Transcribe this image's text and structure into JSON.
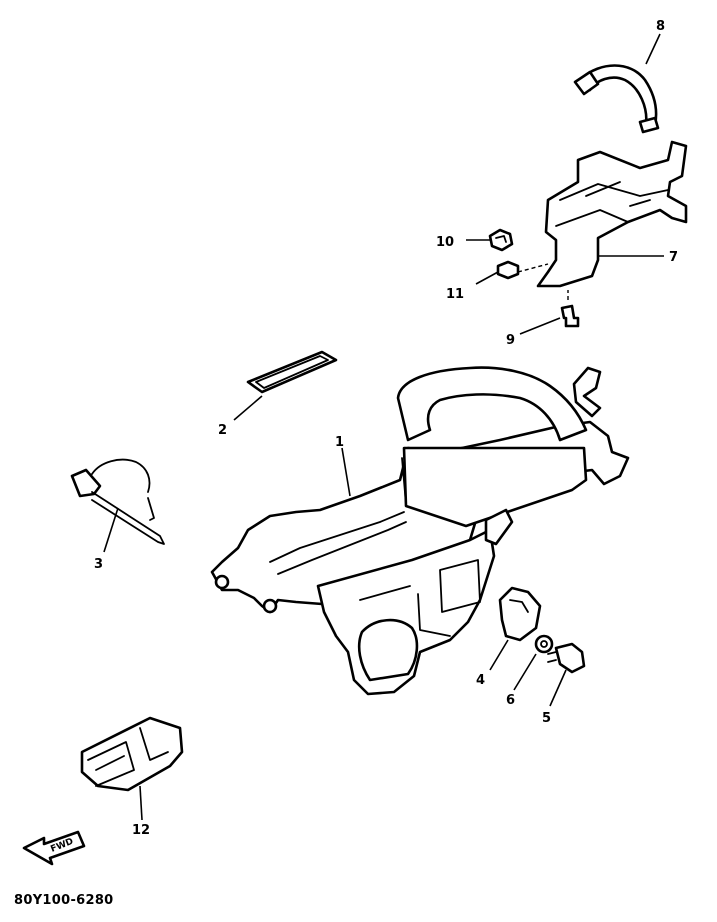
{
  "callouts": {
    "c1": "1",
    "c2": "2",
    "c3": "3",
    "c4": "4",
    "c5": "5",
    "c6": "6",
    "c7": "7",
    "c8": "8",
    "c9": "9",
    "c10": "10",
    "c11": "11",
    "c12": "12"
  },
  "fwd_label": "FWD",
  "reference_code": "80Y100-6280"
}
